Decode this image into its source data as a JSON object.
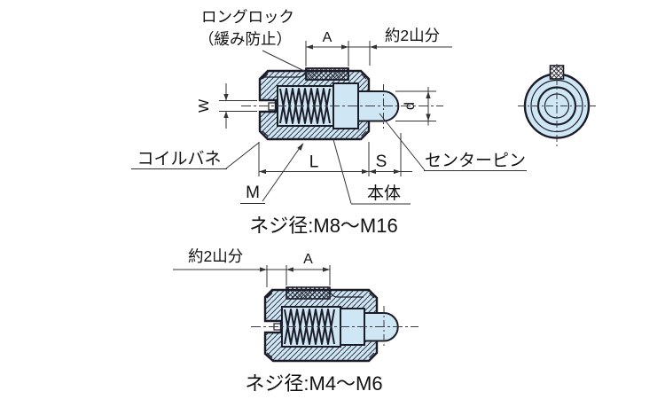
{
  "diagram": {
    "type_upper_label": "ネジ径:M8～M16",
    "type_lower_label": "ネジ径:M4～M6",
    "upper_view": {
      "long_lock_line1": "ロングロック",
      "long_lock_line2": "（緩み防止）",
      "dim_a": "A",
      "approx_two_threads": "約2山分",
      "dim_w": "W",
      "dim_d": "d",
      "dim_l": "L",
      "dim_s": "S",
      "dim_m": "M",
      "coil_spring_label": "コイルバネ",
      "center_pin_label": "センターピン",
      "body_label": "本体"
    },
    "lower_view": {
      "approx_two_threads": "約2山分",
      "dim_a": "A"
    },
    "colors": {
      "part_fill": "#cfe6f4",
      "outline": "#1c1c28",
      "dim_line": "#333333",
      "text": "#111111",
      "background": "#ffffff"
    }
  }
}
